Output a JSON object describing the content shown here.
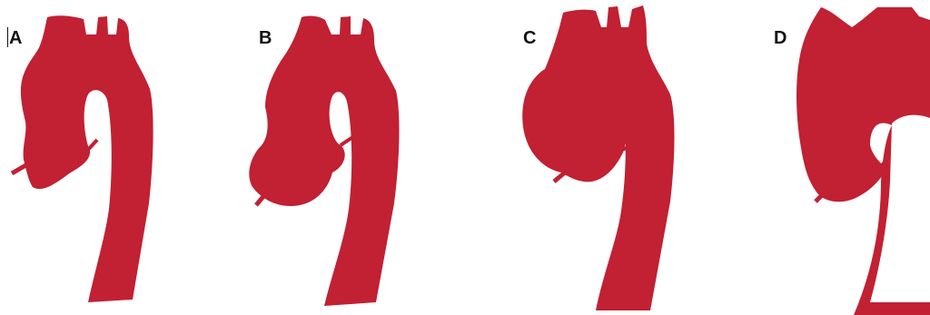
{
  "panels": [
    {
      "id": "A",
      "label": "A"
    },
    {
      "id": "B",
      "label": "B"
    },
    {
      "id": "C",
      "label": "C"
    },
    {
      "id": "D",
      "label": "D"
    }
  ],
  "colors": {
    "aorta": "#c22033",
    "label": "#111111",
    "background": "#ffffff"
  }
}
